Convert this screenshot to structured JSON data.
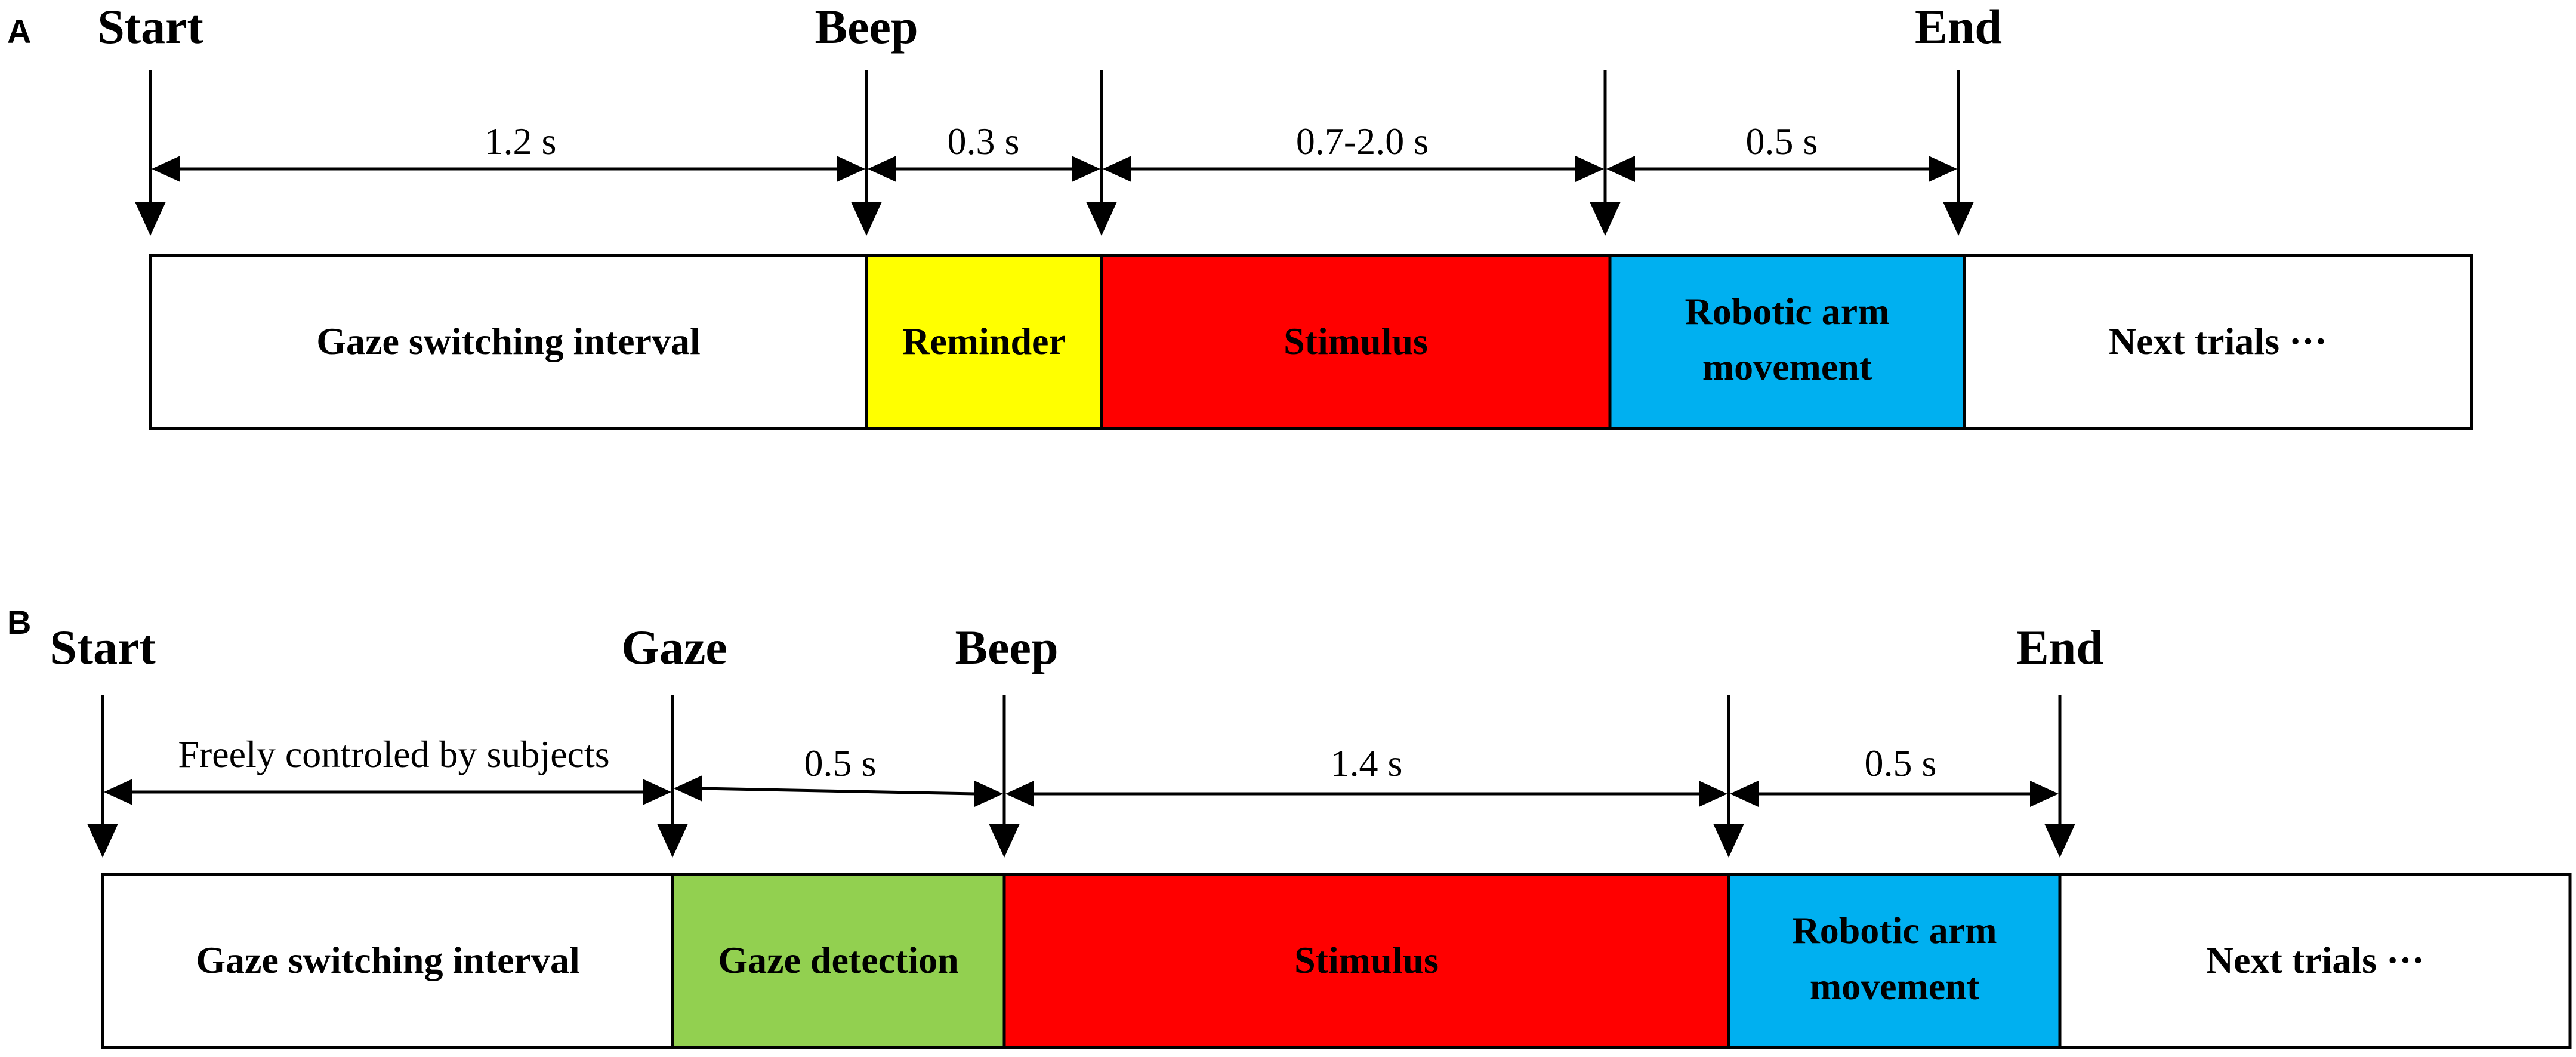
{
  "panels": [
    {
      "letter": "A",
      "events": {
        "start": "Start",
        "beep": "Beep",
        "end": "End"
      },
      "durations": [
        "1.2 s",
        "0.3 s",
        "0.7-2.0 s",
        "0.5 s"
      ],
      "segments": [
        {
          "lines": [
            "Gaze switching interval"
          ],
          "color": "#ffffff"
        },
        {
          "lines": [
            "Reminder"
          ],
          "color": "#ffff00"
        },
        {
          "lines": [
            "Stimulus"
          ],
          "color": "#ff0000"
        },
        {
          "lines": [
            "Robotic arm",
            "movement"
          ],
          "color": "#00b0f0"
        },
        {
          "lines": [
            "Next trials ···"
          ],
          "color": "#ffffff"
        }
      ]
    },
    {
      "letter": "B",
      "events": {
        "start": "Start",
        "gaze": "Gaze",
        "beep": "Beep",
        "end": "End"
      },
      "durations": [
        "Freely controled by subjects",
        "0.5 s",
        "1.4 s",
        "0.5 s"
      ],
      "segments": [
        {
          "lines": [
            "Gaze switching interval"
          ],
          "color": "#ffffff"
        },
        {
          "lines": [
            "Gaze detection"
          ],
          "color": "#92d050"
        },
        {
          "lines": [
            "Stimulus"
          ],
          "color": "#ff0000"
        },
        {
          "lines": [
            "Robotic arm",
            "movement"
          ],
          "color": "#00b0f0"
        },
        {
          "lines": [
            "Next trials ···"
          ],
          "color": "#ffffff"
        }
      ]
    }
  ]
}
